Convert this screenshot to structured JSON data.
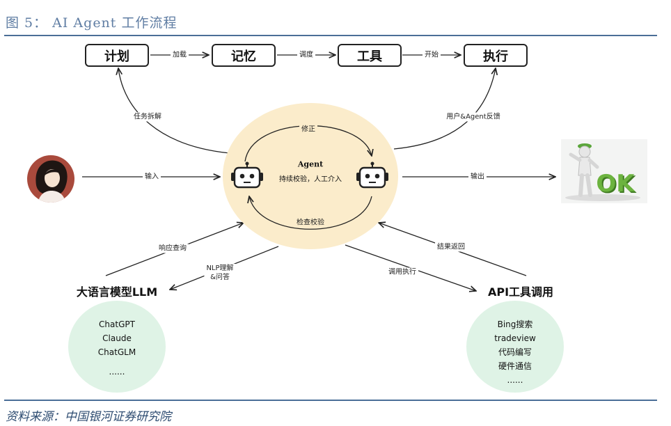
{
  "figure": {
    "title": "图 5：  AI Agent 工作流程",
    "source": "资料来源：中国银河证券研究院"
  },
  "top_boxes": [
    "计划",
    "记忆",
    "工具",
    "执行"
  ],
  "top_arrows": [
    "加载",
    "调度",
    "开始"
  ],
  "curve_labels": {
    "task_split": "任务拆解",
    "user_feedback": "用户&Agent反馈",
    "fix": "修正",
    "check": "检查校验",
    "input": "输入",
    "output": "输出",
    "respond": "响应查询",
    "nlp": "NLP理解\n&问答",
    "call": "调用执行",
    "result_return": "结果返回"
  },
  "agent": {
    "name": "Agent",
    "subtitle": "持续校验，人工介入"
  },
  "llm": {
    "heading": "大语言模型LLM",
    "items": [
      "ChatGPT",
      "Claude",
      "ChatGLM",
      "......"
    ]
  },
  "api": {
    "heading": "API工具调用",
    "items": [
      "Bing搜索",
      "tradeview",
      "代码编写",
      "硬件通信",
      "......"
    ]
  },
  "ok_sign": "OK",
  "colors": {
    "title": "#5f7da3",
    "rule": "#4a6e97",
    "agent_fill": "#fbeccb",
    "circle_fill": "#dff3e6",
    "ok_green": "#6cb33f"
  }
}
